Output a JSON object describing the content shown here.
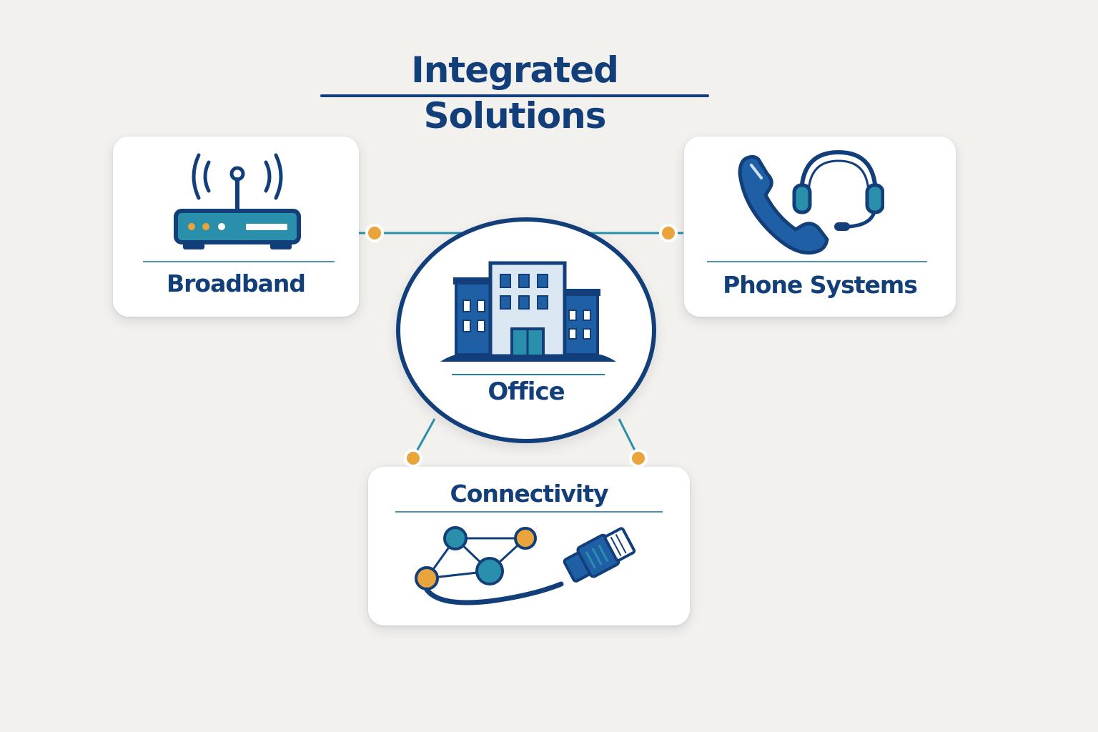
{
  "title": "Integrated Solutions",
  "nodes": {
    "broadband": {
      "label": "Broadband",
      "icon": "router-icon"
    },
    "phone": {
      "label": "Phone Systems",
      "icon": "phone-headset-icon"
    },
    "office": {
      "label": "Office",
      "icon": "office-building-icon"
    },
    "connectivity": {
      "label": "Connectivity",
      "icon": "network-cable-icon"
    }
  },
  "colors": {
    "background": "#f3f1ee",
    "navy": "#123f7a",
    "blue": "#1f5fa6",
    "teal": "#2a8fab",
    "orange": "#e9a43b"
  }
}
